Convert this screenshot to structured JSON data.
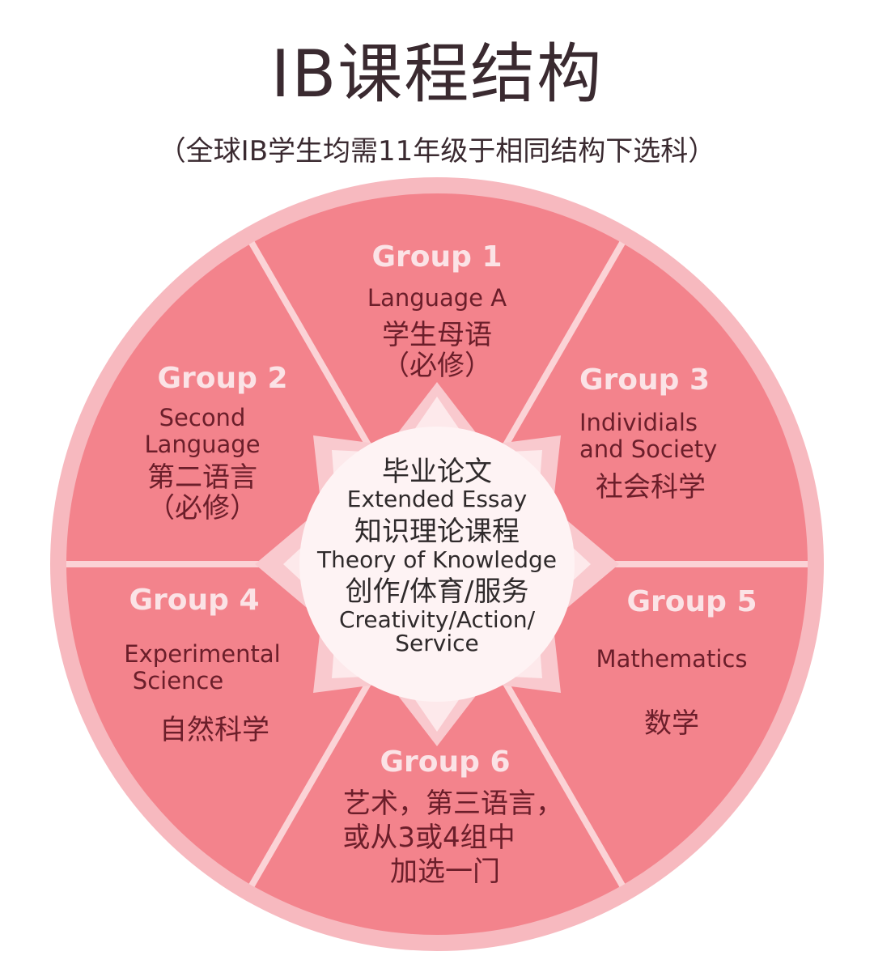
{
  "header": {
    "title": "IB课程结构",
    "subtitle": "（全球IB学生均需11年级于相同结构下选科）"
  },
  "colors": {
    "segment_fill": "#f3838c",
    "rim": "#f7b9bf",
    "divider": "#fbd3d6",
    "center_star": "#fde9eb",
    "group_label": "#fbe3e6",
    "text_dark": "#6b1e2a"
  },
  "center": {
    "items": [
      {
        "zh": "毕业论文",
        "en": "Extended Essay"
      },
      {
        "zh": "知识理论课程",
        "en": "Theory of Knowledge"
      },
      {
        "zh": "创作/体育/服务",
        "en": "Creativity/Action/",
        "en2": "Service"
      }
    ]
  },
  "groups": [
    {
      "label": "Group 1",
      "en": [
        "Language A"
      ],
      "zh": [
        "学生母语",
        "（必修）"
      ]
    },
    {
      "label": "Group 2",
      "en": [
        "Second",
        "Language"
      ],
      "zh": [
        "第二语言",
        "（必修）"
      ]
    },
    {
      "label": "Group 3",
      "en": [
        "Individials",
        "and Society"
      ],
      "zh": [
        "社会科学"
      ]
    },
    {
      "label": "Group 4",
      "en": [
        "Experimental",
        "Science"
      ],
      "zh": [
        "自然科学"
      ]
    },
    {
      "label": "Group 5",
      "en": [
        "Mathematics"
      ],
      "zh": [
        "数学"
      ]
    },
    {
      "label": "Group 6",
      "en": [],
      "zh": [
        "艺术，第三语言，",
        "或从3或4组中",
        "加选一门"
      ]
    }
  ]
}
